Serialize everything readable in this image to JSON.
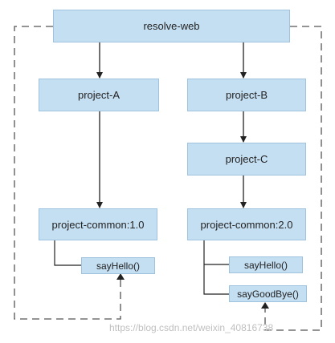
{
  "nodes": {
    "resolve_web": "resolve-web",
    "project_a": "project-A",
    "project_b": "project-B",
    "project_c": "project-C",
    "project_common_1": "project-common:1.0",
    "project_common_2": "project-common:2.0",
    "say_hello_1": "sayHello()",
    "say_hello_2": "sayHello()",
    "say_goodbye": "sayGoodBye()"
  },
  "watermark": "https://blog.csdn.net/weixin_40816738",
  "colors": {
    "node_fill": "#c5dff2",
    "node_border": "#9fc3df",
    "line": "#222222",
    "dashed_line": "#555555",
    "watermark": "#bfbfbf"
  }
}
